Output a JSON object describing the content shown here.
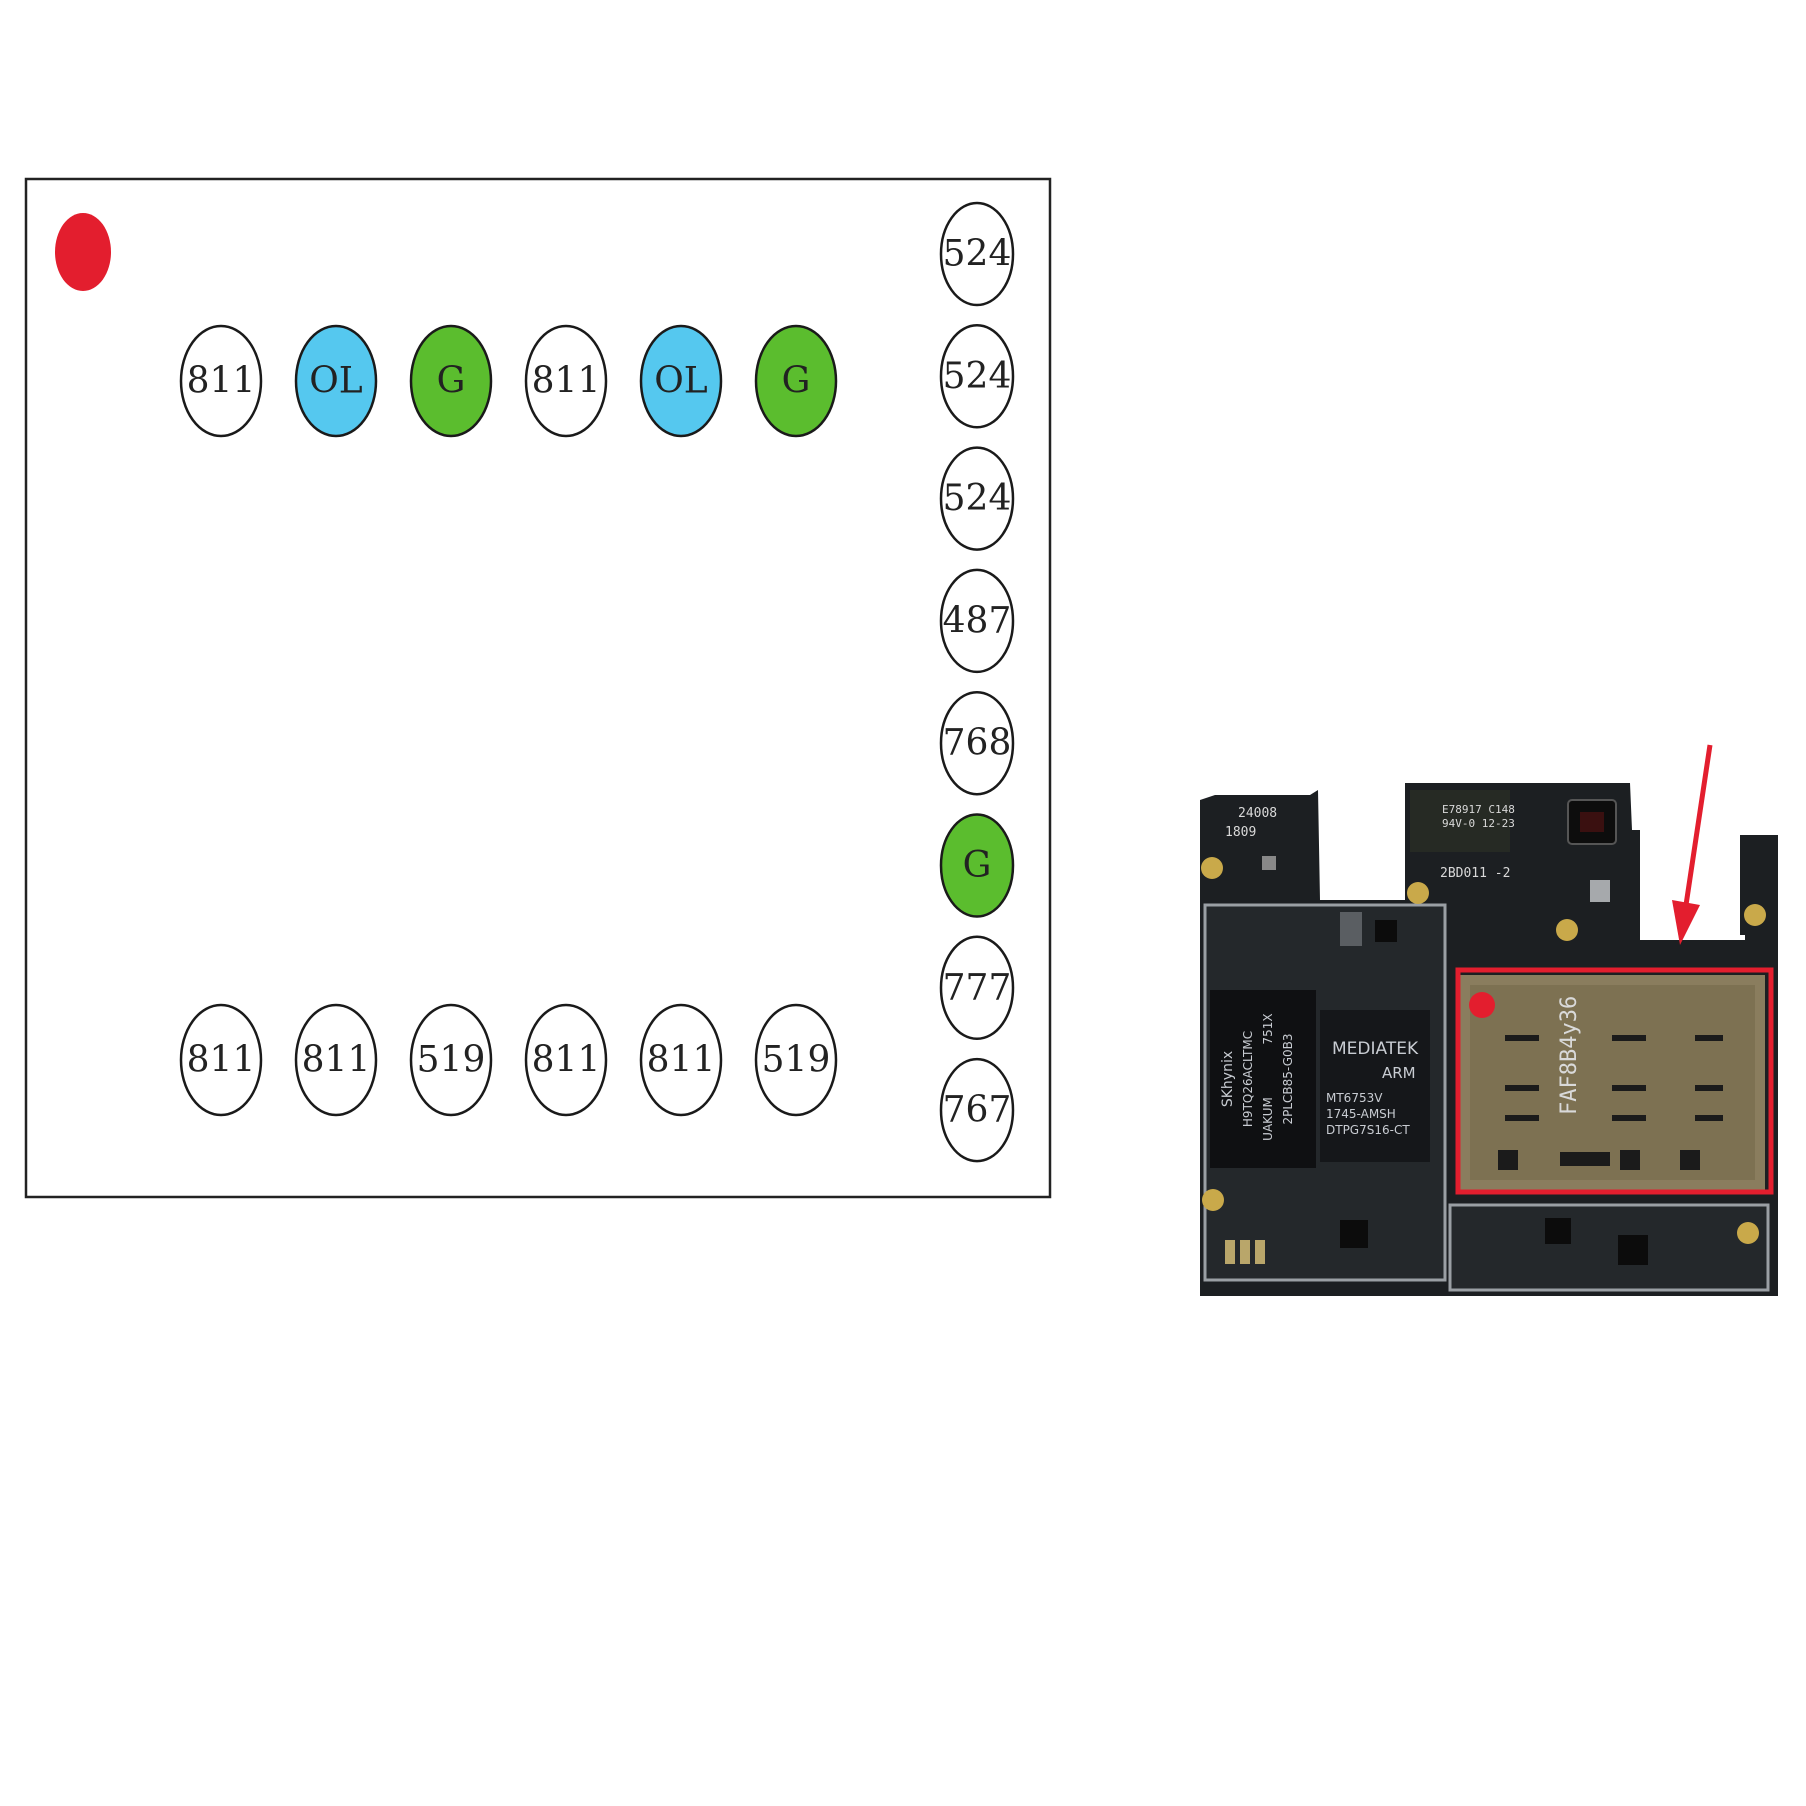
{
  "colors": {
    "red_marker": "#e31e2e",
    "blue": "#55c8ef",
    "green": "#5bbd2e",
    "white": "#ffffff",
    "board": "#1c1f22",
    "highlight": "#e31e2e"
  },
  "diagram": {
    "top_row": [
      {
        "label": "811",
        "color": "white"
      },
      {
        "label": "OL",
        "color": "blue"
      },
      {
        "label": "G",
        "color": "green"
      },
      {
        "label": "811",
        "color": "white"
      },
      {
        "label": "OL",
        "color": "blue"
      },
      {
        "label": "G",
        "color": "green"
      }
    ],
    "bottom_row": [
      {
        "label": "811",
        "color": "white"
      },
      {
        "label": "811",
        "color": "white"
      },
      {
        "label": "519",
        "color": "white"
      },
      {
        "label": "811",
        "color": "white"
      },
      {
        "label": "811",
        "color": "white"
      },
      {
        "label": "519",
        "color": "white"
      }
    ],
    "right_column": [
      {
        "label": "524",
        "color": "white"
      },
      {
        "label": "524",
        "color": "white"
      },
      {
        "label": "524",
        "color": "white"
      },
      {
        "label": "487",
        "color": "white"
      },
      {
        "label": "768",
        "color": "white"
      },
      {
        "label": "G",
        "color": "green"
      },
      {
        "label": "777",
        "color": "white"
      },
      {
        "label": "767",
        "color": "white"
      }
    ]
  },
  "board": {
    "chip_main": [
      "MEDIATEK",
      "ARM",
      "MT6753V",
      "1745-AMSH",
      "DTPG7S16-CT"
    ],
    "chip_memory": [
      "SKhynix",
      "H9TQ26ACLTMC",
      "UAKUM",
      "751X",
      "2PLCB85-G0B3"
    ],
    "silk_texts": [
      "24008",
      "1809",
      "2BD011 -2",
      "E78917 C148",
      "94V-0 12-23"
    ],
    "sim_tray_label": "FAF8B4y36"
  }
}
